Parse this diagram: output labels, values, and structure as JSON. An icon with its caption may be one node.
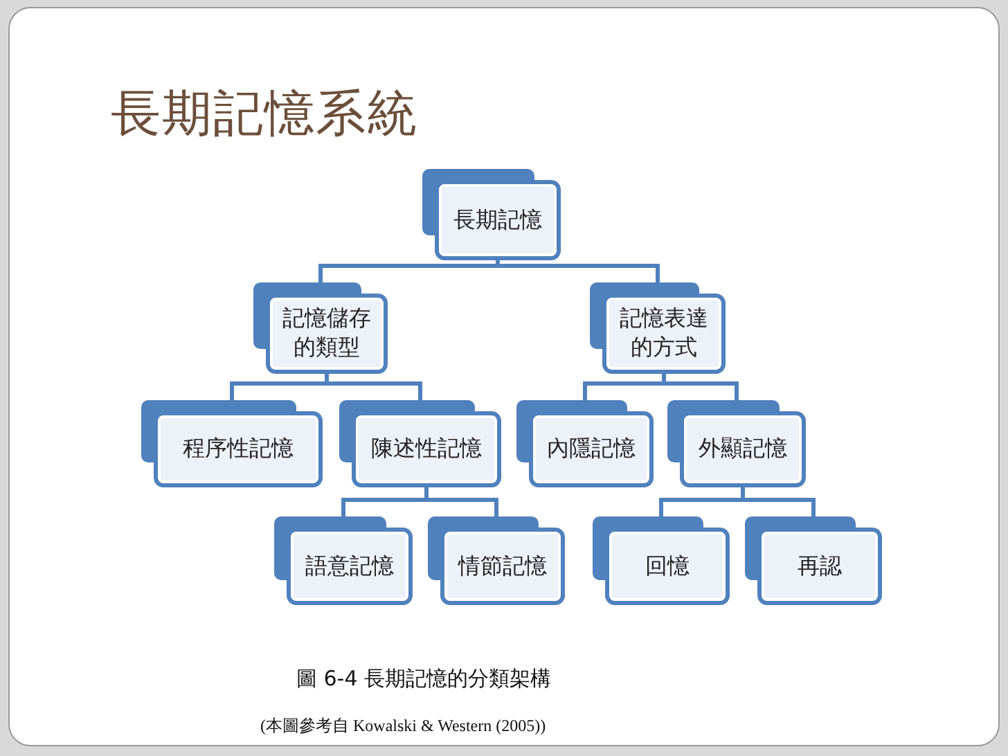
{
  "diagram": {
    "title": "長期記憶系統",
    "caption": "圖 6-4 長期記憶的分類架構",
    "nodes": [
      {
        "text": [
          "長期記憶"
        ]
      },
      {
        "text": [
          "記憶儲存的類型"
        ]
      },
      {
        "text": [
          "記憶表達的方式"
        ]
      },
      {
        "text": [
          "程序性記憶"
        ]
      },
      {
        "text": [
          "陳述性記憶"
        ]
      },
      {
        "text": [
          "內隱記憶"
        ]
      },
      {
        "text": [
          "外顯記憶"
        ]
      },
      {
        "text": [
          "語意記憶"
        ]
      },
      {
        "text": [
          "情節記憶"
        ]
      },
      {
        "text": [
          "回憶"
        ]
      },
      {
        "text": [
          "再認"
        ]
      }
    ],
    "edges": [
      {
        "from": 0,
        "to": 1,
        "arrow": "none"
      },
      {
        "from": 0,
        "to": 2,
        "arrow": "none"
      },
      {
        "from": 1,
        "to": 3,
        "arrow": "none"
      },
      {
        "from": 1,
        "to": 4,
        "arrow": "none"
      },
      {
        "from": 2,
        "to": 5,
        "arrow": "none"
      },
      {
        "from": 2,
        "to": 6,
        "arrow": "none"
      },
      {
        "from": 4,
        "to": 7,
        "arrow": "none"
      },
      {
        "from": 4,
        "to": 8,
        "arrow": "none"
      },
      {
        "from": 6,
        "to": 9,
        "arrow": "none"
      },
      {
        "from": 6,
        "to": 10,
        "arrow": "none"
      }
    ],
    "labels": [
      "(本圖參考自 Kowalski & Western (2005))"
    ]
  }
}
